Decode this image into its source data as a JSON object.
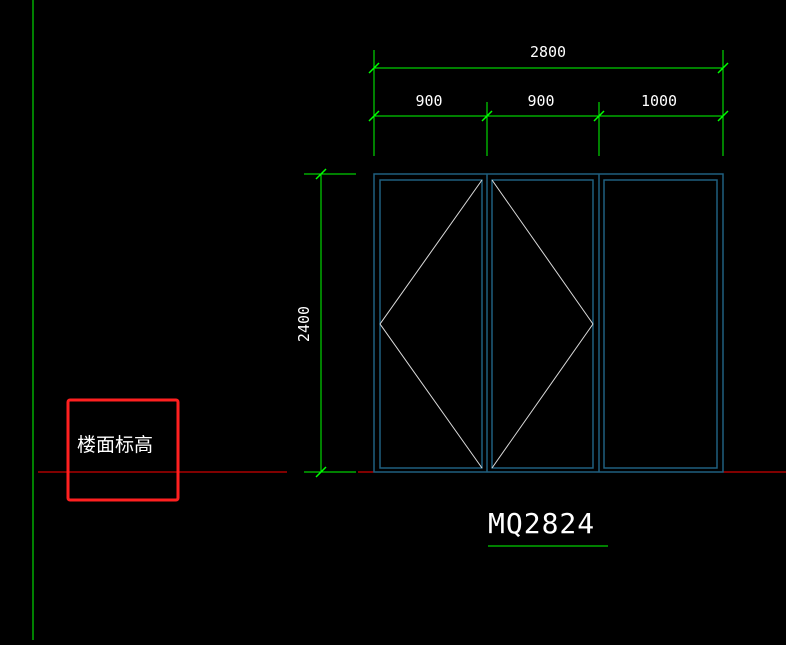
{
  "colors": {
    "background": "#000000",
    "dimension": "#00ff00",
    "frame": "#1f5f7f",
    "swing_lines": "#dcdcdc",
    "floor_line": "#ff0000",
    "highlight_box": "#ff2020",
    "text": "#ffffff"
  },
  "door": {
    "tag": "MQ2824",
    "overall_width": "2800",
    "height": "2400",
    "panels": [
      {
        "width": "900",
        "swing": true
      },
      {
        "width": "900",
        "swing": true
      },
      {
        "width": "1000",
        "swing": false
      }
    ]
  },
  "floor_label": "楼面标高"
}
